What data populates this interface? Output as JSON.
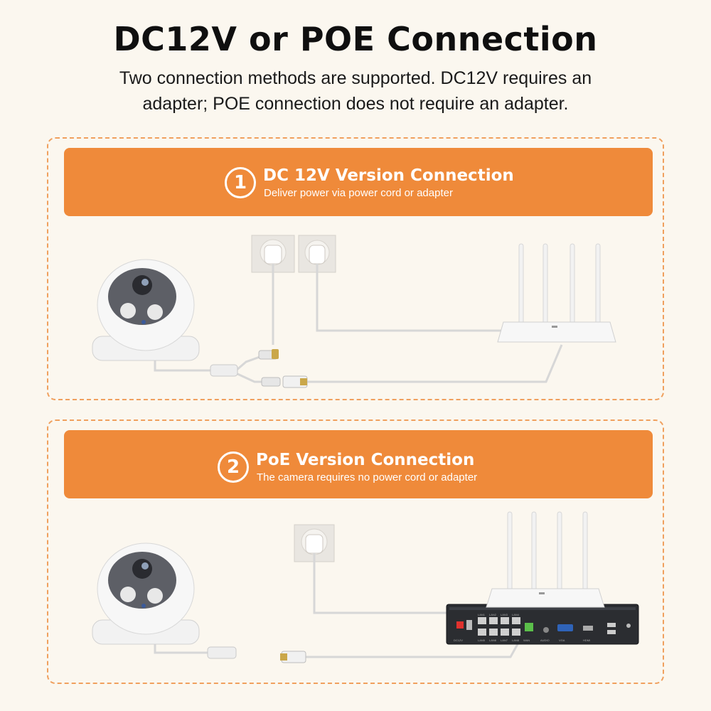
{
  "header": {
    "title": "DC12V or POE Connection",
    "subtitle": "Two connection methods are supported. DC12V requires an adapter; POE connection does not require an adapter."
  },
  "sections": [
    {
      "number": "1",
      "title": "DC 12V Version Connection",
      "subtitle": "Deliver power via power cord or adapter"
    },
    {
      "number": "2",
      "title": "PoE Version Connection",
      "subtitle": "The camera requires no power cord or adapter"
    }
  ],
  "nvr": {
    "port_labels": [
      "DC12V",
      "LAN1",
      "LAN2",
      "LAN3",
      "LAN4",
      "LAN5",
      "LAN6",
      "LAN7",
      "LAN8",
      "WAN",
      "AUDIO",
      "VGA",
      "HDMI"
    ]
  },
  "colors": {
    "accent": "#ef8a3a",
    "dashed_border": "#f0a05e",
    "background": "#fbf7ef"
  }
}
